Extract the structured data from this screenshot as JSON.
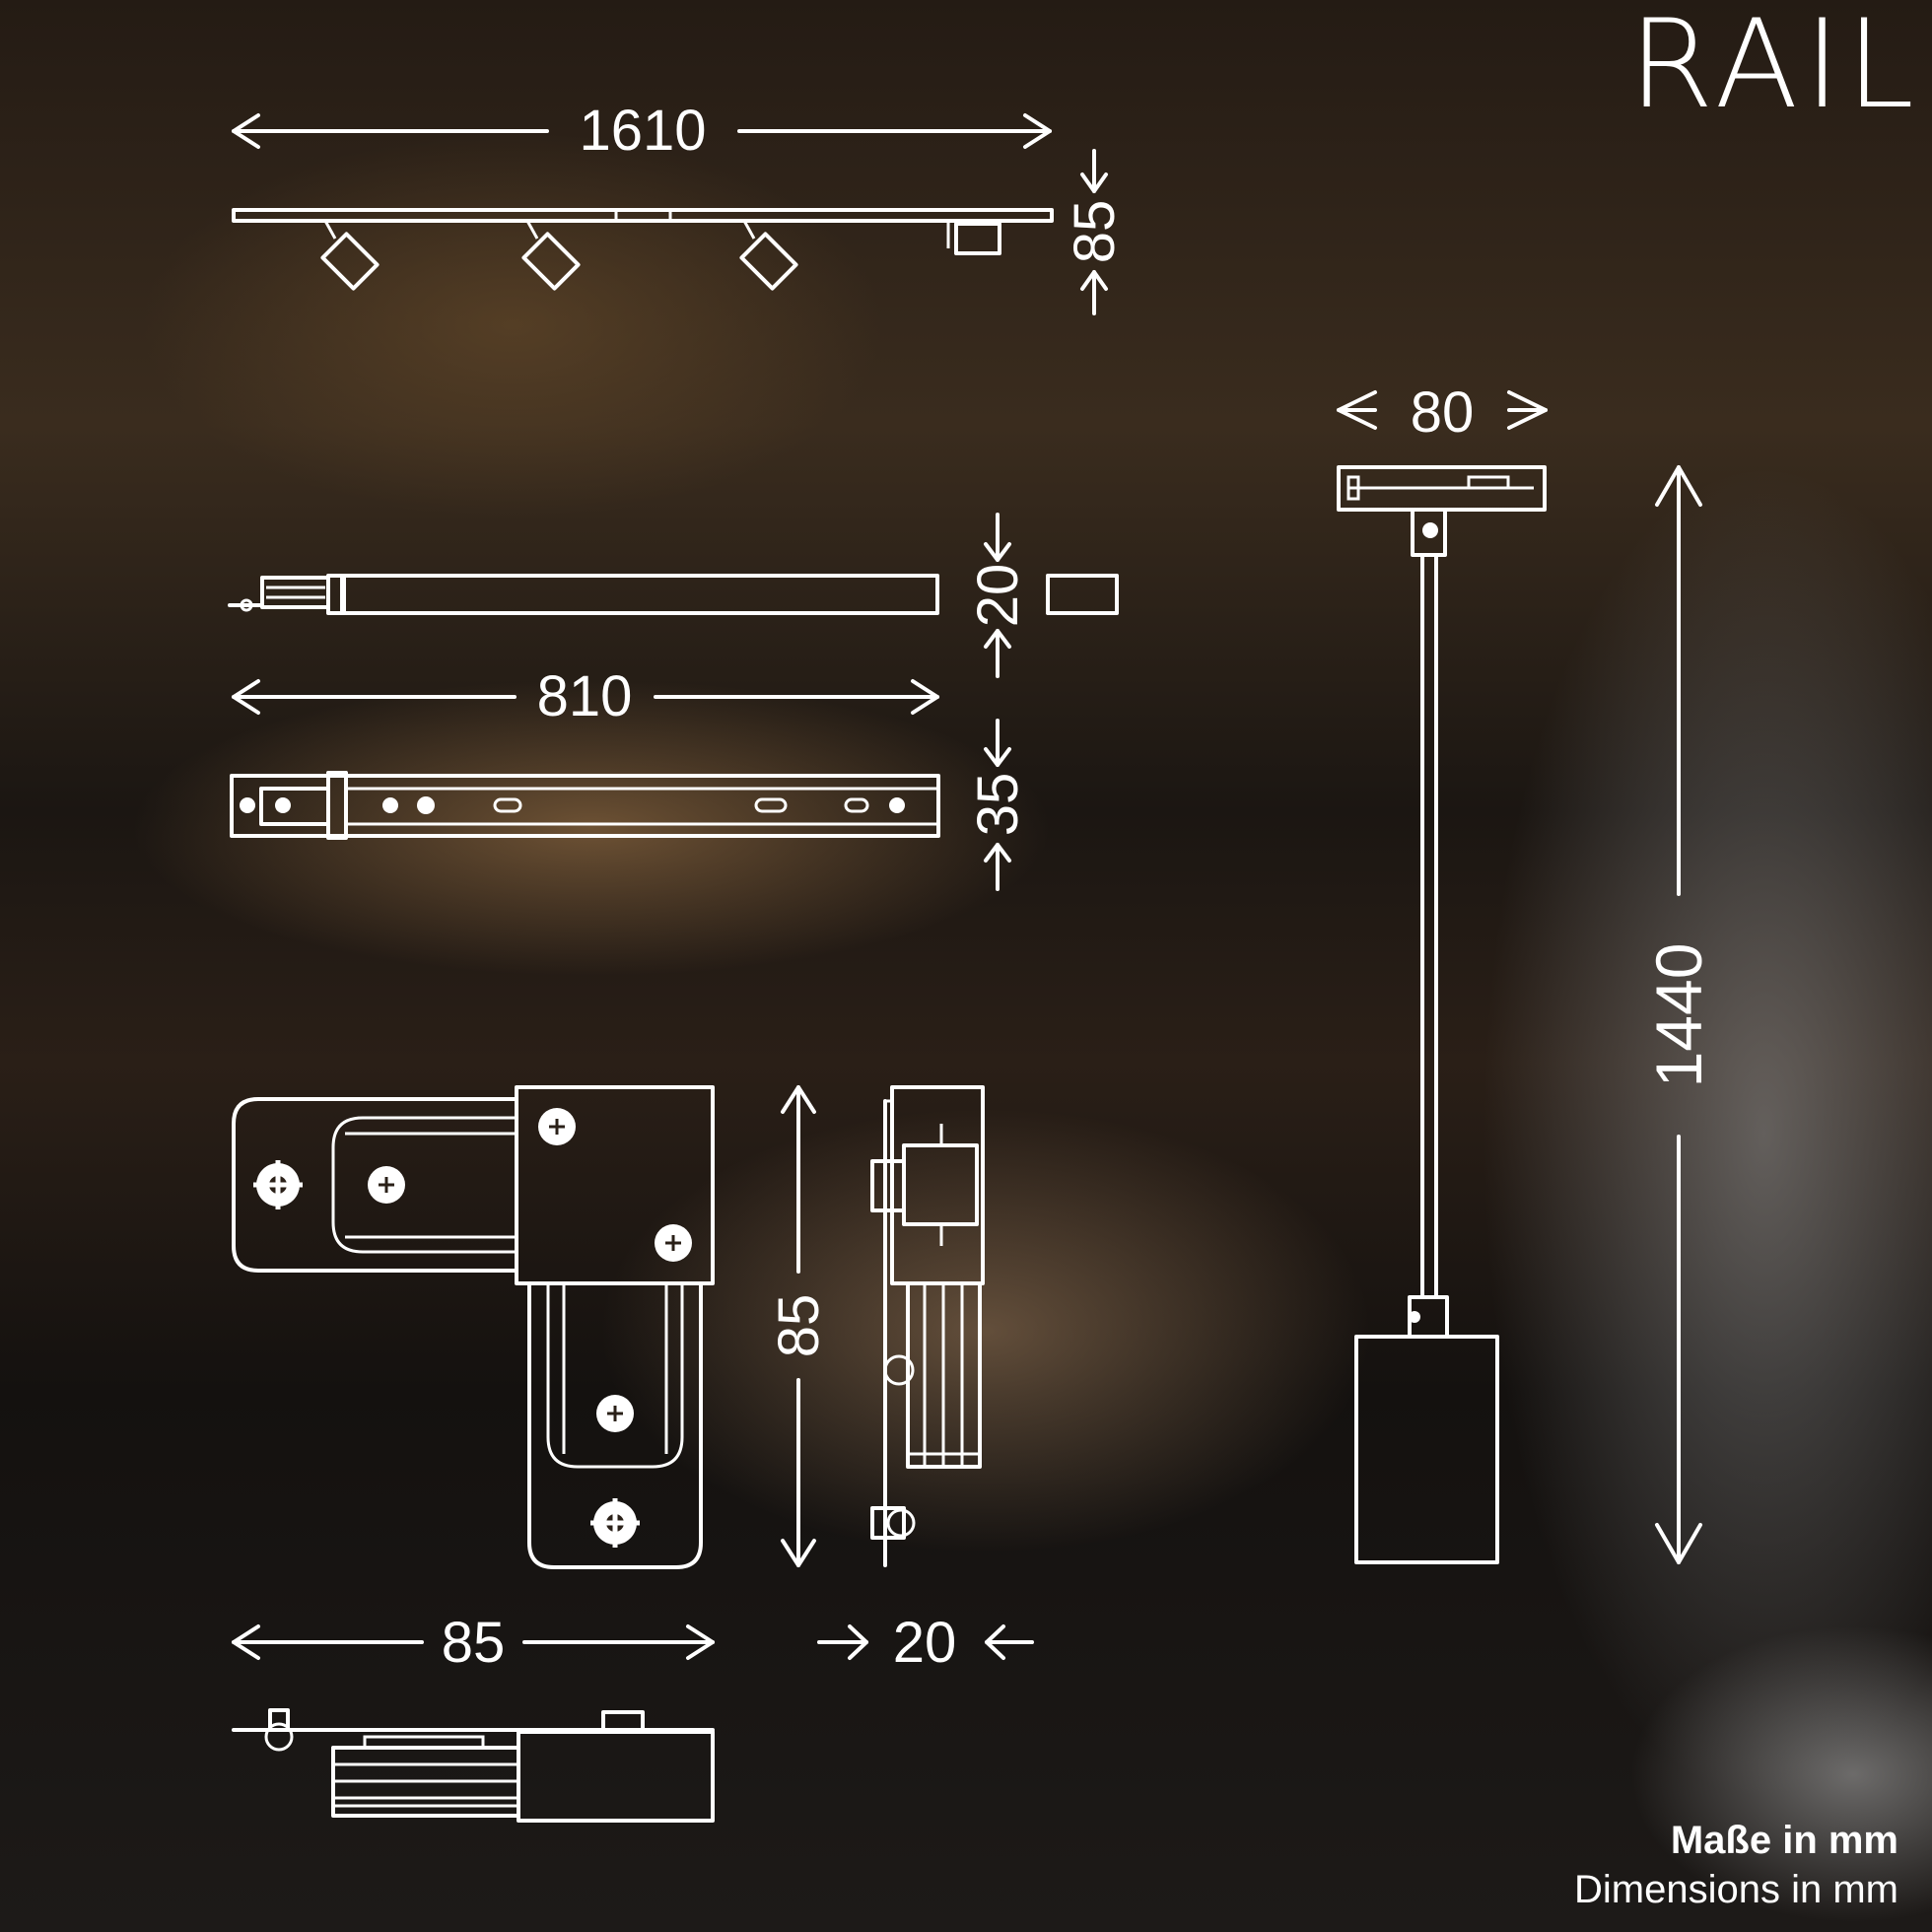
{
  "brand": {
    "name": "RAIL"
  },
  "dimensions": {
    "rail_length": "1610",
    "rail_height": "85",
    "spot_height": "20",
    "spot_length": "810",
    "spot_width": "35",
    "pendant_width": "80",
    "pendant_height": "1440",
    "connector_height": "85",
    "connector_width": "85",
    "connector_depth": "20"
  },
  "caption": {
    "de": "Maße in mm",
    "en": "Dimensions in mm"
  },
  "colors": {
    "line": "#ffffff",
    "background": "#1f1813"
  }
}
